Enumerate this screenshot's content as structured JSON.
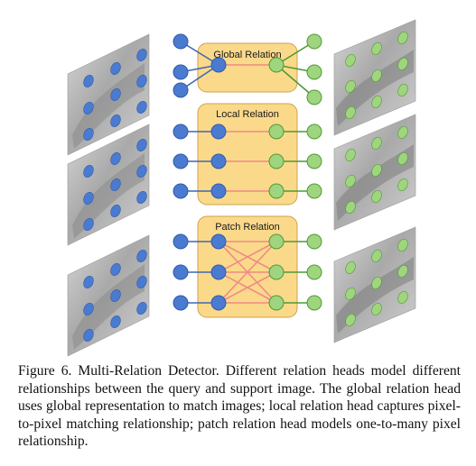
{
  "figure": {
    "relation_boxes": [
      {
        "label": "Global Relation"
      },
      {
        "label": "Local Relation"
      },
      {
        "label": "Patch Relation"
      }
    ],
    "colors": {
      "query_node": "#4a7bd0",
      "query_node_stroke": "#2e5ca8",
      "support_node": "#9fd57f",
      "support_node_stroke": "#4f9a34",
      "box_fill": "#fbd98a",
      "box_stroke": "#cfa24a",
      "blue_line": "#3f67b5",
      "green_line": "#4f9a34",
      "red_line": "#ef8a86",
      "image_gray": "#b9b9b9"
    }
  },
  "caption": {
    "text": "Figure 6. Multi-Relation Detector. Different relation heads model different relationships between the query and support image. The global relation head uses global representation to match images; local relation head captures pixel-to-pixel matching relationship; patch relation head models one-to-many pixel relationship."
  }
}
